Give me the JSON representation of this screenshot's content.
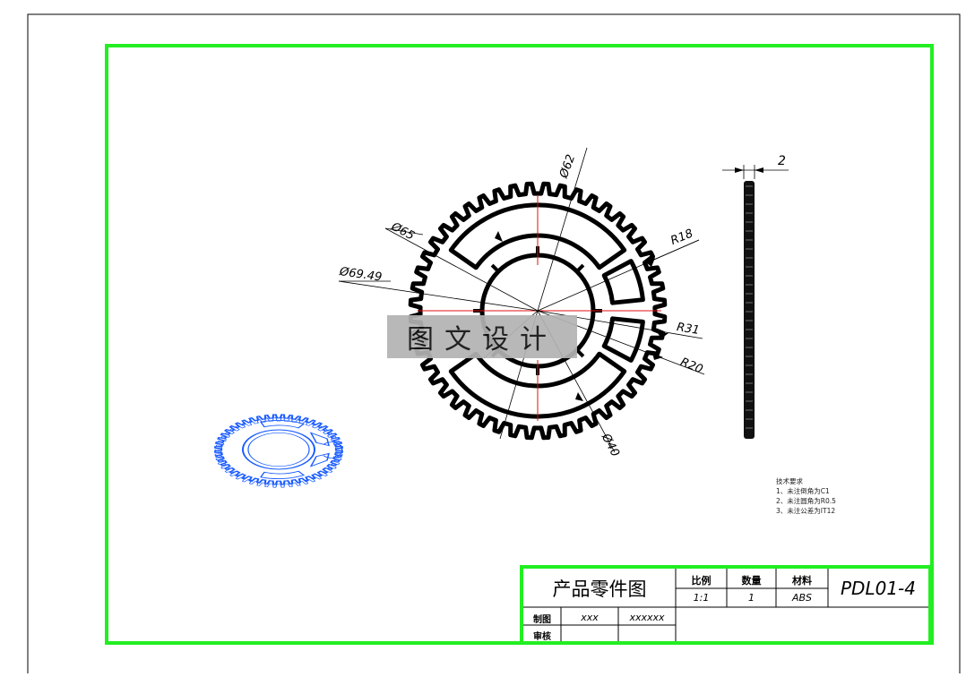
{
  "drawing": {
    "dimensions": {
      "d62": "Ø62",
      "d65": "Ø65",
      "d69": "Ø69.49",
      "r18": "R18",
      "r31": "R31",
      "r20": "R20",
      "d40": "Ø40",
      "w2": "2"
    },
    "watermark": "图文设计",
    "tech_requirements": {
      "title": "技术要求",
      "items": [
        "1、未注倒角为C1",
        "2、未注圆角为R0.5",
        "3、未注公差为IT12"
      ]
    },
    "title_block": {
      "part_name": "产品零件图",
      "scale_label": "比例",
      "scale_value": "1:1",
      "qty_label": "数量",
      "qty_value": "1",
      "material_label": "材料",
      "material_value": "ABS",
      "drawing_no": "PDL01-4",
      "drawn_label": "制图",
      "drawn_name": "xxx",
      "drawn_date": "xxxxxx",
      "check_label": "审核"
    },
    "colors": {
      "frame": "#22ee22",
      "part": "#000000",
      "centerline": "#e01010",
      "iso_view": "#1a5cff"
    }
  }
}
